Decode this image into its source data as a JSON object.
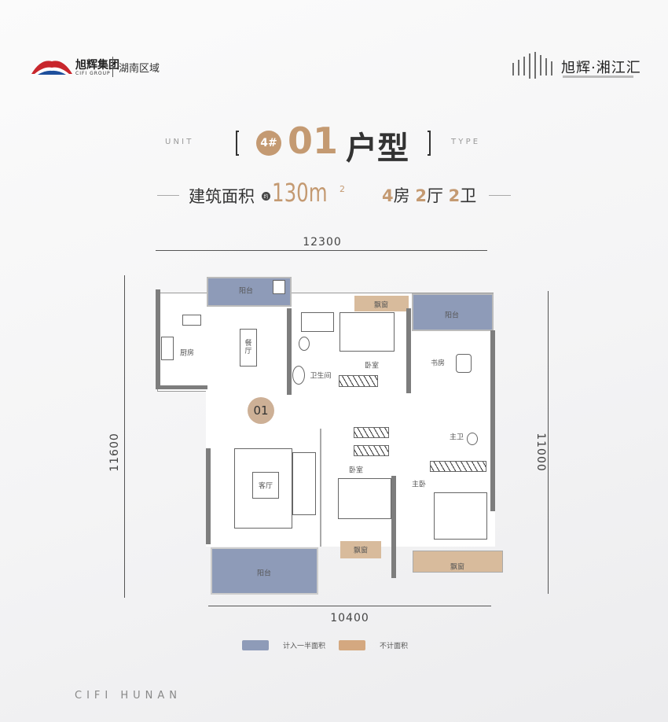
{
  "header": {
    "brand_name": "旭辉集团",
    "brand_sub": "CIFI GROUP",
    "region": "湖南区域",
    "project_name": "旭辉·湘江汇"
  },
  "title": {
    "left_word": "U N I T",
    "right_word": "T Y P E",
    "building": "4#",
    "unit_code": "01",
    "unit_suffix": "户型",
    "area_label": "建筑面积",
    "approx": "约",
    "area_value": "130m",
    "area_unit_sup": "2",
    "layout_parts": [
      "4",
      "房",
      "2",
      "厅",
      "2",
      "卫"
    ]
  },
  "dimensions": {
    "top": "12300",
    "left": "11600",
    "right": "11000",
    "bottom": "10400"
  },
  "rooms": {
    "balcony_top": "阳台",
    "kitchen": "厨房",
    "dining": "餐厅",
    "bathroom": "卫生间",
    "bay_top": "飘窗",
    "bedroom1": "卧室",
    "balcony_right": "阳台",
    "study": "书房",
    "unit_marker": "01",
    "living": "客厅",
    "balcony_bottom": "阳台",
    "bedroom2": "卧室",
    "master_bath": "主卫",
    "master_bedroom": "主卧",
    "bay_small": "飘窗",
    "bay_large": "飘窗"
  },
  "legend": [
    {
      "label": "计入一半面积",
      "color": "#8e9bb8"
    },
    {
      "label": "不计面积",
      "color": "#d4b593"
    }
  ],
  "footer": {
    "text": "CIFI HUNAN"
  },
  "colors": {
    "accent": "#c49a72",
    "balcony": "#8e9bb8",
    "bay": "#d8bb9c",
    "dark": "#333333"
  }
}
